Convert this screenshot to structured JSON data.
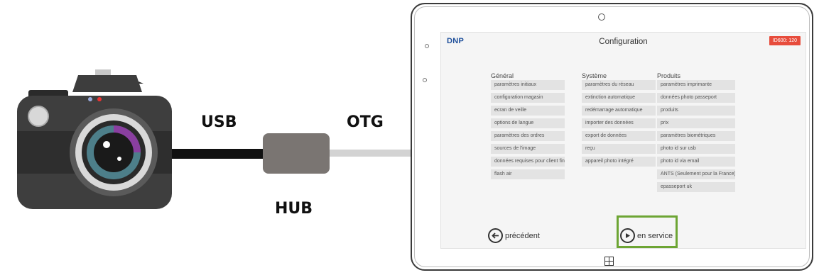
{
  "diagram": {
    "usb_label": "USB",
    "otg_label": "OTG",
    "hub_label": "HUB"
  },
  "screen": {
    "logo": "DNP",
    "title": "Configuration",
    "device_badge": "ID600: 120",
    "columns": [
      {
        "title": "Général",
        "items": [
          "paramètres initiaux",
          "configuration magasin",
          "ecran de veille",
          "options de langue",
          "paramètres des ordres",
          "sources de l'image",
          "données requises pour client final",
          "flash air"
        ]
      },
      {
        "title": "Système",
        "items": [
          "paramètres du réseau",
          "extinction automatique",
          "redémarrage automatique",
          "importer des données",
          "export de données",
          "reçu",
          "appareil photo intégré"
        ]
      },
      {
        "title": "Produits",
        "items": [
          "paramètres imprimante",
          "données photo passeport",
          "produits",
          "prix",
          "paramètres biométriques",
          "photo id sur usb",
          "photo id via email",
          "ANTS (Seulement pour la France)",
          "epasseport uk"
        ]
      }
    ],
    "back_label": "précédent",
    "service_label": "en service"
  },
  "colors": {
    "highlight": "#6da534",
    "badge": "#e74c3c",
    "logo": "#1d4e9a"
  }
}
